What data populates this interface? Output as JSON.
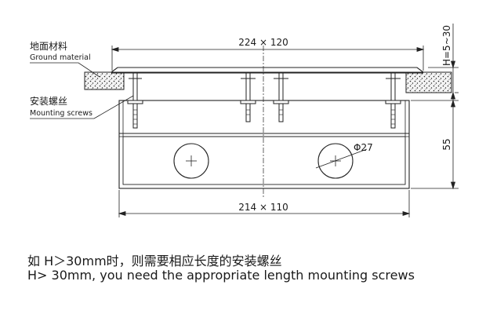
{
  "labels": {
    "ground_material_cn": "地面材料",
    "ground_material_en": "Ground material",
    "mounting_screws_cn": "安装螺丝",
    "mounting_screws_en": "Mounting screws"
  },
  "dimensions": {
    "top_width": "224 × 120",
    "bottom_width": "214 × 110",
    "height_range": "H=5~30",
    "body_height": "55",
    "hole_diameter": "Φ27"
  },
  "notes": {
    "chinese": "如 H＞30mm时，则需要相应长度的安装螺丝",
    "english": "H> 30mm, you need the appropriate length mounting screws"
  }
}
